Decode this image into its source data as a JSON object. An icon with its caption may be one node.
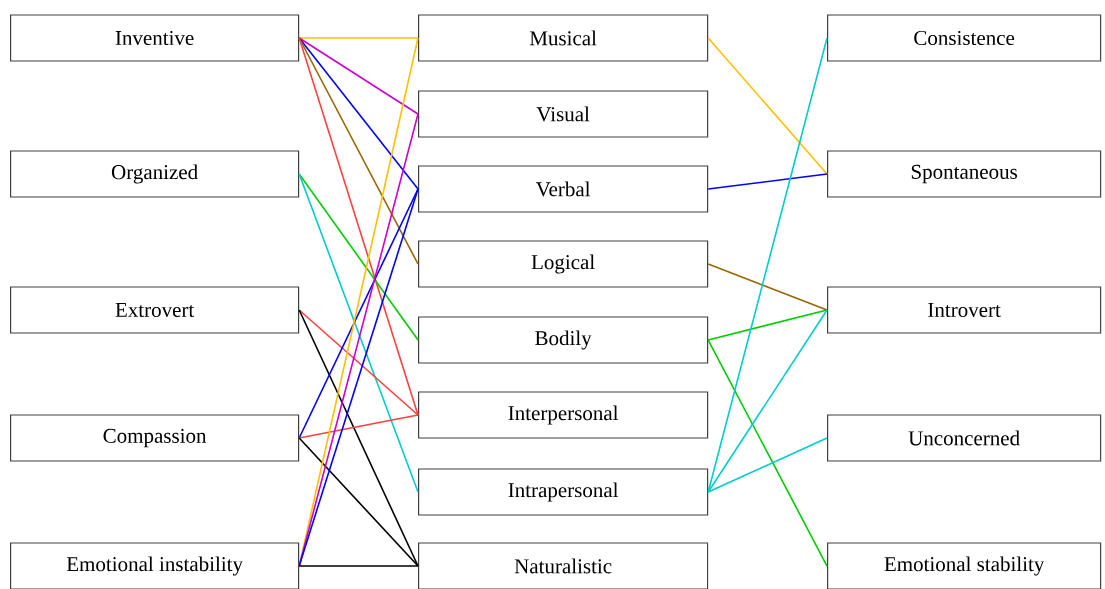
{
  "diagram": {
    "nodes": [
      {
        "text": [
          "Inventive"
        ]
      },
      {
        "text": [
          "Organized"
        ]
      },
      {
        "text": [
          "Extrovert"
        ]
      },
      {
        "text": [
          "Compassion"
        ]
      },
      {
        "text": [
          "Emotional instability"
        ]
      },
      {
        "text": [
          "Musical"
        ]
      },
      {
        "text": [
          "Visual"
        ]
      },
      {
        "text": [
          "Verbal"
        ]
      },
      {
        "text": [
          "Logical"
        ]
      },
      {
        "text": [
          "Bodily"
        ]
      },
      {
        "text": [
          "Interpersonal"
        ]
      },
      {
        "text": [
          "Intrapersonal"
        ]
      },
      {
        "text": [
          "Naturalistic"
        ]
      },
      {
        "text": [
          "Consistence"
        ]
      },
      {
        "text": [
          "Spontaneous"
        ]
      },
      {
        "text": [
          "Introvert"
        ]
      },
      {
        "text": [
          "Unconcerned"
        ]
      },
      {
        "text": [
          "Emotional stability"
        ]
      }
    ],
    "edges": [
      {
        "from": 0,
        "to": 5,
        "arrow": "none",
        "color": "#ffc000"
      },
      {
        "from": 0,
        "to": 6,
        "arrow": "none",
        "color": "#cc00cc"
      },
      {
        "from": 0,
        "to": 7,
        "arrow": "none",
        "color": "#0000ff"
      },
      {
        "from": 0,
        "to": 8,
        "arrow": "none",
        "color": "#996600"
      },
      {
        "from": 0,
        "to": 10,
        "arrow": "none",
        "color": "#ff4040"
      },
      {
        "from": 1,
        "to": 9,
        "arrow": "none",
        "color": "#00cc00"
      },
      {
        "from": 1,
        "to": 11,
        "arrow": "none",
        "color": "#00cccc"
      },
      {
        "from": 2,
        "to": 10,
        "arrow": "none",
        "color": "#ff4040"
      },
      {
        "from": 2,
        "to": 12,
        "arrow": "none",
        "color": "#000000"
      },
      {
        "from": 3,
        "to": 7,
        "arrow": "none",
        "color": "#0000ff"
      },
      {
        "from": 3,
        "to": 10,
        "arrow": "none",
        "color": "#ff4040"
      },
      {
        "from": 3,
        "to": 12,
        "arrow": "none",
        "color": "#000000"
      },
      {
        "from": 4,
        "to": 5,
        "arrow": "none",
        "color": "#ffc000"
      },
      {
        "from": 4,
        "to": 6,
        "arrow": "none",
        "color": "#cc00cc"
      },
      {
        "from": 4,
        "to": 7,
        "arrow": "none",
        "color": "#0000ff"
      },
      {
        "from": 4,
        "to": 12,
        "arrow": "none",
        "color": "#000000"
      },
      {
        "from": 5,
        "to": 14,
        "arrow": "none",
        "color": "#ffc000"
      },
      {
        "from": 7,
        "to": 14,
        "arrow": "none",
        "color": "#0000ff"
      },
      {
        "from": 8,
        "to": 15,
        "arrow": "none",
        "color": "#996600"
      },
      {
        "from": 9,
        "to": 15,
        "arrow": "none",
        "color": "#00cc00"
      },
      {
        "from": 9,
        "to": 17,
        "arrow": "none",
        "color": "#00cc00"
      },
      {
        "from": 11,
        "to": 13,
        "arrow": "none",
        "color": "#00cccc"
      },
      {
        "from": 11,
        "to": 15,
        "arrow": "none",
        "color": "#00cccc"
      },
      {
        "from": 11,
        "to": 16,
        "arrow": "none",
        "color": "#00cccc"
      }
    ]
  }
}
